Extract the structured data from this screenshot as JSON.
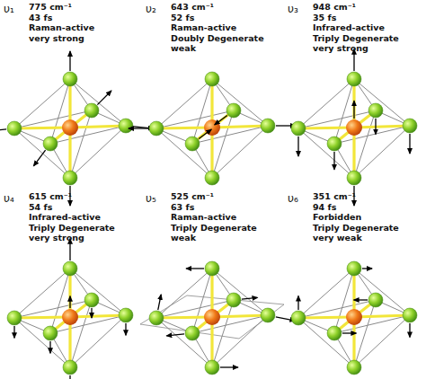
{
  "diagram": {
    "labels": [
      "υ₁",
      "775 cm⁻¹",
      "43 fs",
      "Raman-active",
      "very strong",
      "υ₂",
      "643 cm⁻¹",
      "52 fs",
      "Raman-active",
      "Doubly Degenerate",
      "weak",
      "υ₃",
      "948 cm⁻¹",
      "35 fs",
      "Infrared-active",
      "Triply Degenerate",
      "very strong",
      "υ₄",
      "615 cm⁻¹",
      "54 fs",
      "Infrared-active",
      "Triply Degenerate",
      "very strong",
      "υ₅",
      "525 cm⁻¹",
      "63 fs",
      "Raman-active",
      "Triply Degenerate",
      "weak",
      "υ₆",
      "351 cm⁻¹",
      "94 fs",
      "Forbidden",
      "Triply Degenerate",
      "very weak"
    ]
  }
}
